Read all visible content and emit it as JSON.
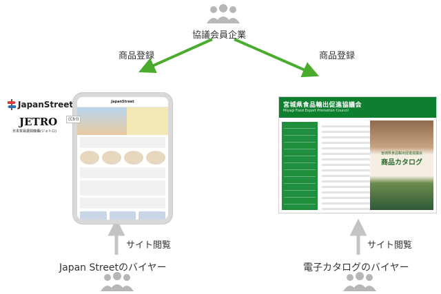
{
  "top_group": {
    "label": "協議会員企業",
    "icon": "people-group-icon"
  },
  "left_arrow_label": "商品登録",
  "right_arrow_label": "商品登録",
  "left_logos": {
    "logo1": "JapanStreet",
    "logo2": "JETRO",
    "logo2_sub": "日本貿易振興機構(ジェトロ)"
  },
  "tablet": {
    "header": "JapanStreet",
    "search_hint": "(Ctrl)"
  },
  "catalog_page": {
    "title": "宮城県食品輸出促進協議会",
    "subtitle": "Miyagi Food Export Promotion Council",
    "book_title": "商品カタログ",
    "book_overline": "宮城県食品輸出促進協議会"
  },
  "left_view_label": "サイト閲覧",
  "right_view_label": "サイト閲覧",
  "left_buyer_label": "Japan Streetのバイヤー",
  "right_buyer_label": "電子カタログのバイヤー",
  "colors": {
    "arrow": "#4aab2c",
    "icon": "#b7b7b7",
    "view_arrow": "#c4c4c4",
    "catalog_green": "#0e7f2f"
  }
}
